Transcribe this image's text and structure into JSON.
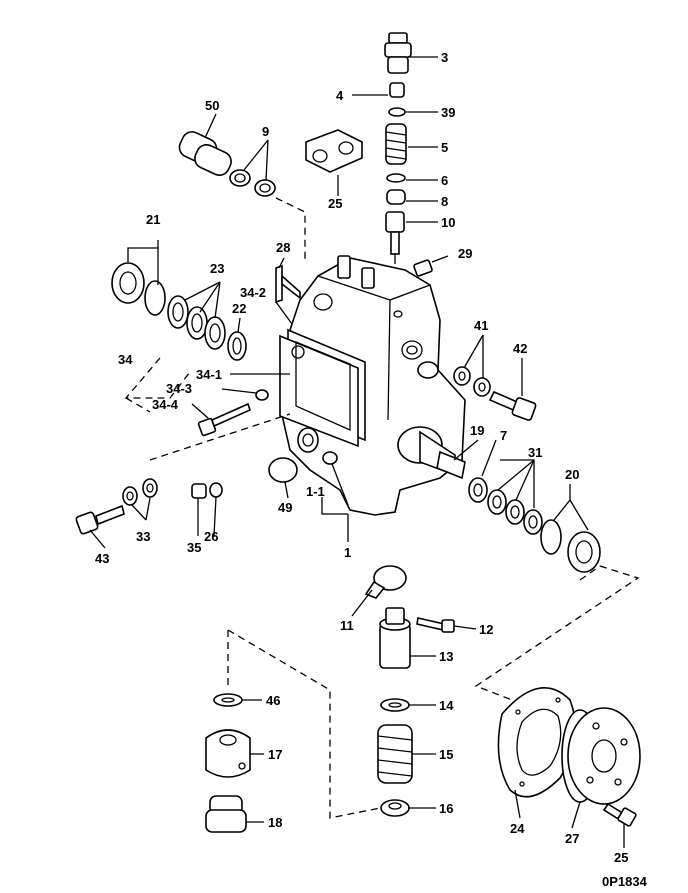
{
  "drawing_code": "0P1834",
  "callouts": [
    {
      "id": "3",
      "text": "3"
    },
    {
      "id": "4",
      "text": "4"
    },
    {
      "id": "39",
      "text": "39"
    },
    {
      "id": "5",
      "text": "5"
    },
    {
      "id": "6",
      "text": "6"
    },
    {
      "id": "8",
      "text": "8"
    },
    {
      "id": "10",
      "text": "10"
    },
    {
      "id": "29",
      "text": "29"
    },
    {
      "id": "50",
      "text": "50"
    },
    {
      "id": "9",
      "text": "9"
    },
    {
      "id": "25a",
      "text": "25"
    },
    {
      "id": "21",
      "text": "21"
    },
    {
      "id": "28",
      "text": "28"
    },
    {
      "id": "23",
      "text": "23"
    },
    {
      "id": "34-2",
      "text": "34-2"
    },
    {
      "id": "22",
      "text": "22"
    },
    {
      "id": "41",
      "text": "41"
    },
    {
      "id": "42",
      "text": "42"
    },
    {
      "id": "34",
      "text": "34"
    },
    {
      "id": "34-1",
      "text": "34-1"
    },
    {
      "id": "34-3",
      "text": "34-3"
    },
    {
      "id": "34-4",
      "text": "34-4"
    },
    {
      "id": "19",
      "text": "19"
    },
    {
      "id": "7",
      "text": "7"
    },
    {
      "id": "31",
      "text": "31"
    },
    {
      "id": "20",
      "text": "20"
    },
    {
      "id": "1-1",
      "text": "1-1"
    },
    {
      "id": "49",
      "text": "49"
    },
    {
      "id": "1",
      "text": "1"
    },
    {
      "id": "43",
      "text": "43"
    },
    {
      "id": "33",
      "text": "33"
    },
    {
      "id": "35",
      "text": "35"
    },
    {
      "id": "26",
      "text": "26"
    },
    {
      "id": "11",
      "text": "11"
    },
    {
      "id": "12",
      "text": "12"
    },
    {
      "id": "13",
      "text": "13"
    },
    {
      "id": "46",
      "text": "46"
    },
    {
      "id": "14",
      "text": "14"
    },
    {
      "id": "17",
      "text": "17"
    },
    {
      "id": "15",
      "text": "15"
    },
    {
      "id": "18",
      "text": "18"
    },
    {
      "id": "16",
      "text": "16"
    },
    {
      "id": "24",
      "text": "24"
    },
    {
      "id": "27",
      "text": "27"
    },
    {
      "id": "25b",
      "text": "25"
    }
  ]
}
